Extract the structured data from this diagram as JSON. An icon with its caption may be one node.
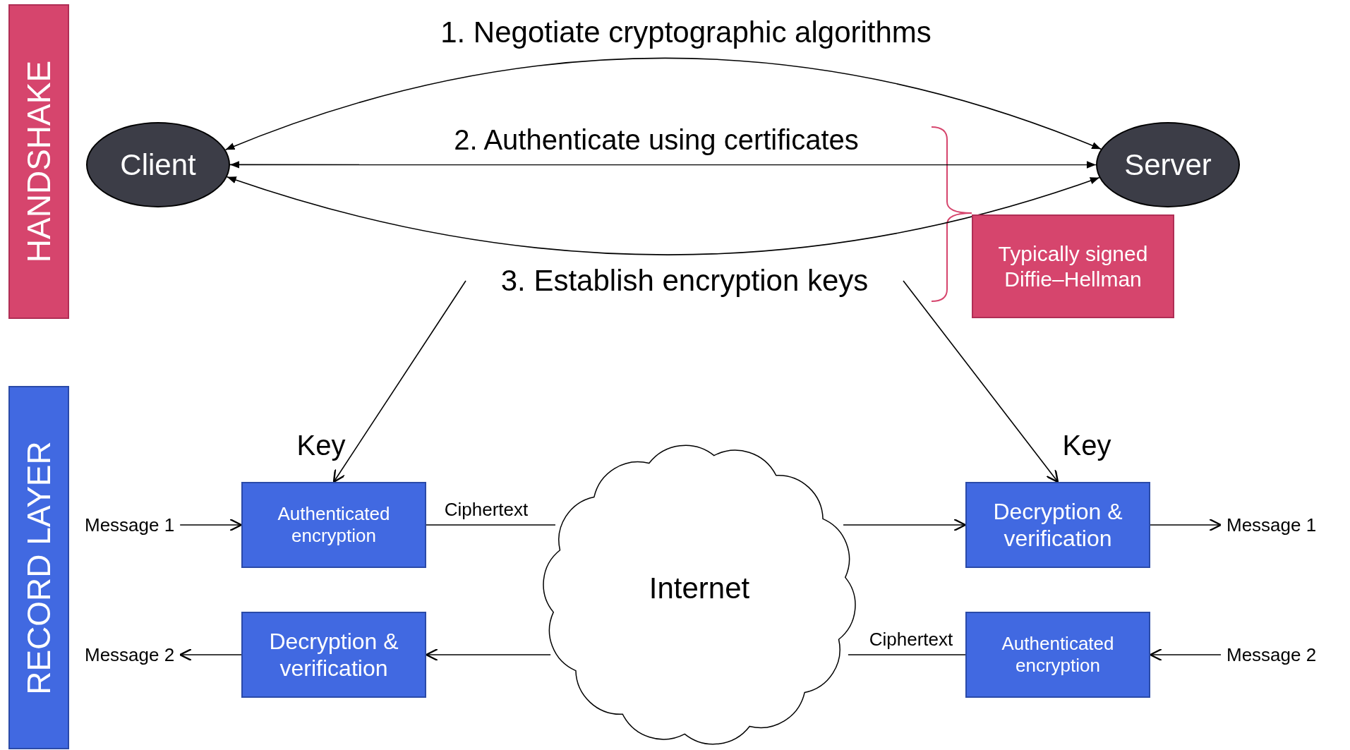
{
  "diagram": {
    "nodes": [
      {
        "text": [
          "HANDSHAKE"
        ]
      },
      {
        "text": [
          "Client"
        ]
      },
      {
        "text": [
          "Server"
        ]
      },
      {
        "text": [
          "Typically signed Diffie–Hellman"
        ]
      },
      {
        "text": [
          "RECORD LAYER"
        ]
      },
      {
        "text": [
          "Message 1"
        ]
      },
      {
        "text": [
          "Authenticated encryption"
        ]
      },
      {
        "text": [
          "Internet"
        ]
      },
      {
        "text": [
          "Decryption & verification"
        ]
      },
      {
        "text": [
          "Message 1"
        ]
      },
      {
        "text": [
          "Message 2"
        ]
      },
      {
        "text": [
          "Decryption & verification"
        ]
      },
      {
        "text": [
          "Authenticated encryption"
        ]
      },
      {
        "text": [
          "Message 2"
        ]
      },
      {
        "text": [
          "3. Establish encryption keys"
        ]
      }
    ],
    "edges": [
      {
        "from": 1,
        "to": 2,
        "arrow": "both",
        "label": "1. Negotiate cryptographic algorithms"
      },
      {
        "from": 1,
        "to": 2,
        "arrow": "both",
        "label": "2. Authenticate using certificates"
      },
      {
        "from": 1,
        "to": 2,
        "arrow": "both"
      },
      {
        "from": 14,
        "to": 6,
        "arrow": "to"
      },
      {
        "from": 14,
        "to": 8,
        "arrow": "to"
      },
      {
        "from": 5,
        "to": 6,
        "arrow": "to"
      },
      {
        "from": 6,
        "to": 7,
        "arrow": "none",
        "label": "Ciphertext"
      },
      {
        "from": 7,
        "to": 8,
        "arrow": "to"
      },
      {
        "from": 8,
        "to": 9,
        "arrow": "to"
      },
      {
        "from": 13,
        "to": 12,
        "arrow": "to"
      },
      {
        "from": 12,
        "to": 7,
        "arrow": "none",
        "label": "Ciphertext"
      },
      {
        "from": 7,
        "to": 11,
        "arrow": "to"
      },
      {
        "from": 11,
        "to": 10,
        "arrow": "to"
      }
    ],
    "labels": [
      "Key",
      "Key"
    ]
  }
}
